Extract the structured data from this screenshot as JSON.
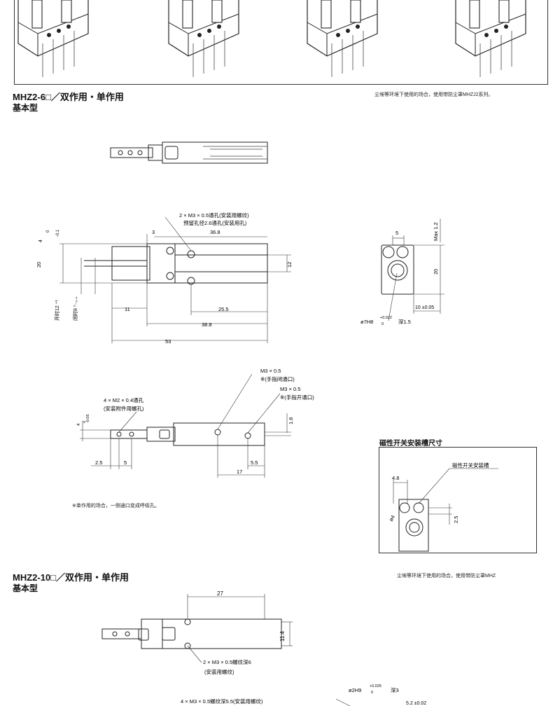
{
  "s1": {
    "title_model": "MHZ2-6□",
    "title_rest": "／双作用・单作用",
    "subtitle": "基本型",
    "note": "尘埃等环境下使用的场合，使用带防尘罩MHZJ2系列。"
  },
  "d1": {
    "c1": "2 × M3 × 0.5通孔(安装用螺纹)",
    "c2": "预留孔径2.6通孔(安装用孔)",
    "dim_3": "3",
    "dim_36_8": "36.8",
    "dim_4": "4",
    "dim_0": "0",
    "dim_m01": "-0.1",
    "dim_20": "20",
    "dim_12": "12",
    "open": "开时12 ⁺¹",
    "close": "闭时8 ⁰₋₀.₄",
    "dim_11": "11",
    "dim_25_5": "25.5",
    "dim_38_8": "38.8",
    "dim_53": "53"
  },
  "d2": {
    "dim_5": "5",
    "dim_max": "Max 1.2",
    "dim_20": "20",
    "dim_10": "10 ±0.05",
    "bore_a": "ø7H8",
    "bore_tol": "+0.022",
    "bore_tol0": "0",
    "bore_b": "深1.5"
  },
  "d3": {
    "c1": "M3 × 0.5",
    "c2": "※(手指闭通口)",
    "c3": "M3 × 0.5",
    "c4": "※(手指开通口)",
    "c5": "4 × M2 × 0.4通孔",
    "c6": "(安装附件用螺孔)",
    "dim_4": "4",
    "dim_m005": "-0.05",
    "dim_0": "0",
    "dim_1_6": "1.6",
    "dim_2_5": "2.5",
    "dim_5": "5",
    "dim_5_5": "5.5",
    "dim_17": "17",
    "note": "※单作用的场合，一侧通口变成呼吸孔。"
  },
  "d4": {
    "title": "磁性开关安装槽尺寸",
    "label": "磁性开关安装槽",
    "dim_4_8": "4.8",
    "dim_phi4": "ø4",
    "dim_2_5": "2.5"
  },
  "s2": {
    "title_model": "MHZ2-10□",
    "title_rest": "／双作用・单作用",
    "subtitle": "基本型",
    "note": "尘埃等环境下使用的场合，使用带防尘罩MHZ"
  },
  "d5": {
    "dim_27": "27",
    "dim_11_4": "11.4",
    "c1": "2 × M3 × 0.5螺纹深6",
    "c2": "(安装用螺纹)",
    "c3": "4 × M3 × 0.5螺纹深5.5(安装用螺纹)",
    "bore": "ø2H9",
    "bore_tol": "+0.025",
    "bore_tol0": "0",
    "bore_depth": "深3",
    "dim_5_2": "5.2 ±0.02"
  }
}
